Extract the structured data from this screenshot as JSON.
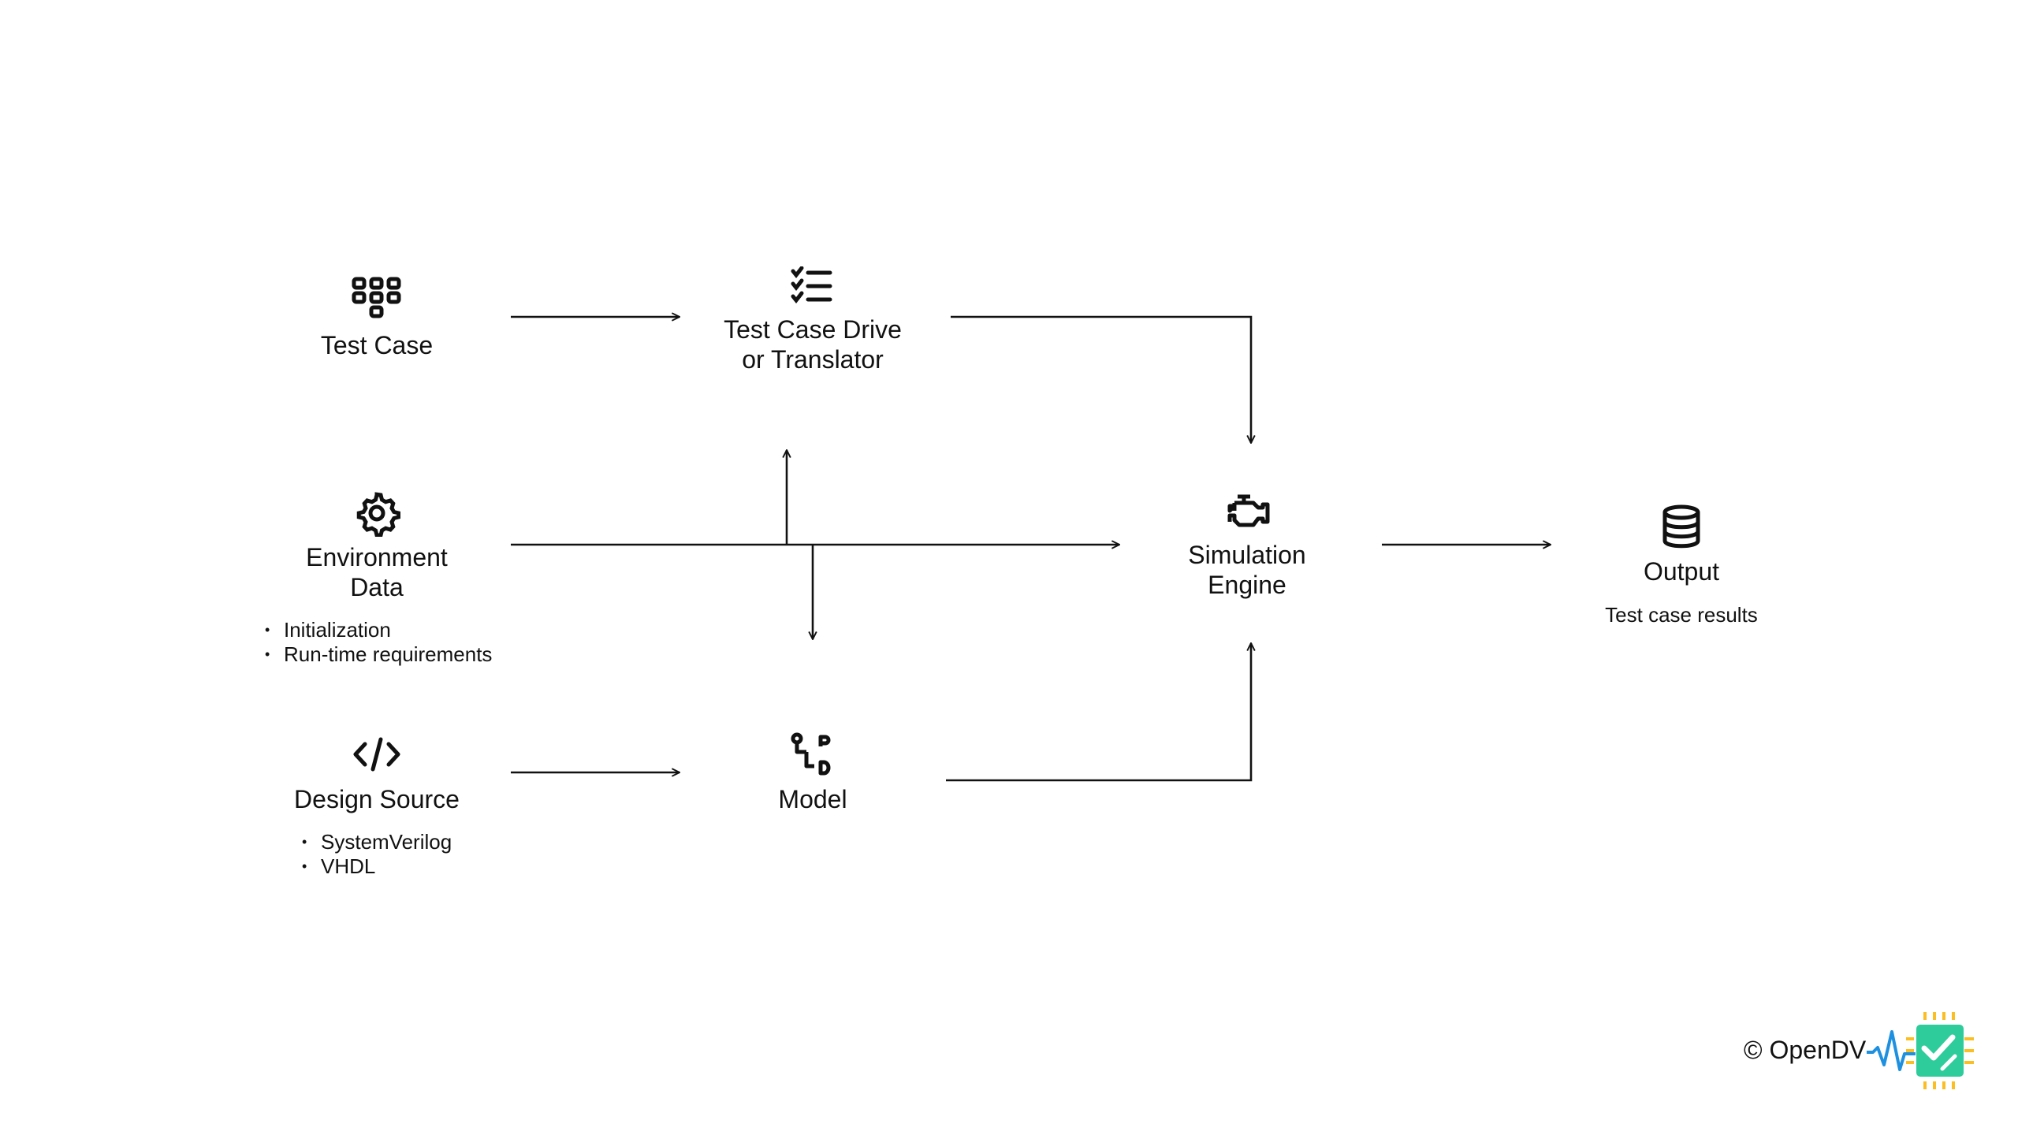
{
  "nodes": {
    "test_case": {
      "label": "Test Case",
      "icon": "dialpad-icon"
    },
    "translator": {
      "label_line1": "Test Case Drive",
      "label_line2": "or Translator",
      "icon": "checklist-icon"
    },
    "environment": {
      "label_line1": "Environment",
      "label_line2": "Data",
      "icon": "gear-icon",
      "bullets": [
        "Initialization",
        "Run-time requirements"
      ]
    },
    "simulation": {
      "label_line1": "Simulation",
      "label_line2": "Engine",
      "icon": "engine-icon"
    },
    "output": {
      "label": "Output",
      "subtitle": "Test case results",
      "icon": "database-icon"
    },
    "design_source": {
      "label": "Design Source",
      "icon": "code-icon",
      "bullets": [
        "SystemVerilog",
        "VHDL"
      ]
    },
    "model": {
      "label": "Model",
      "icon": "schema-icon"
    }
  },
  "footer": {
    "copyright": "© OpenDV",
    "logo_colors": {
      "chip": "#2ecc9a",
      "pins": "#fbbf24",
      "wave": "#1e90e0"
    }
  }
}
